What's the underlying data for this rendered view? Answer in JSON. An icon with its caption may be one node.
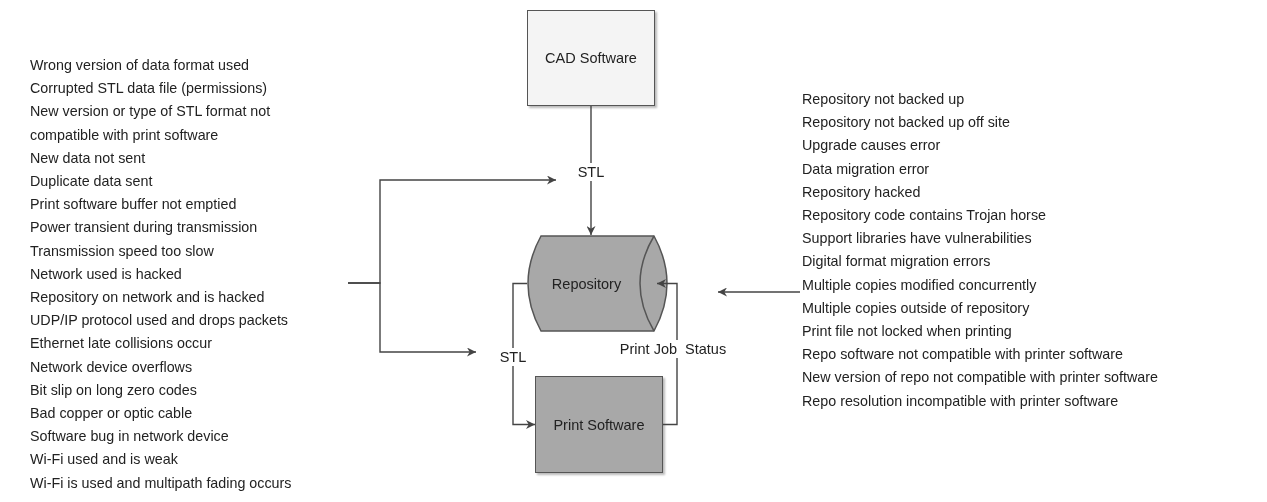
{
  "diagram": {
    "nodes": [
      {
        "text": [
          "CAD Software"
        ]
      },
      {
        "text": [
          "Repository"
        ]
      },
      {
        "text": [
          "Print Software"
        ]
      },
      {
        "text": [
          "Wrong version of data format used",
          "Corrupted STL data file (permissions)",
          "New version or type of STL format not compatible with print software",
          "New data not sent",
          "Duplicate data sent",
          "Print software buffer not emptied",
          "Power transient during transmission",
          "Transmission speed too slow",
          "Network used is hacked",
          "Repository on network and is hacked",
          "UDP/IP protocol used and drops packets",
          "Ethernet late collisions occur",
          "Network device overflows",
          "Bit slip on long zero codes",
          "Bad copper or optic cable",
          "Software bug in network device",
          "Wi-Fi used and is weak",
          "Wi-Fi is used and multipath fading occurs"
        ]
      },
      {
        "text": [
          "Repository not  backed up",
          "Repository not backed up off site",
          "Upgrade causes error",
          "Data migration error",
          "Repository hacked",
          "Repository code contains Trojan horse",
          "Support libraries have vulnerabilities",
          "Digital format migration errors",
          "Multiple copies modified concurrently",
          "Multiple copies outside of repository",
          "Print file not locked when printing",
          "Repo software not compatible with printer software",
          "New version of repo not compatible with printer software",
          "Repo resolution incompatible with printer software"
        ]
      }
    ],
    "edges": [
      {
        "from": 0,
        "to": 1,
        "arrow": "to",
        "label": "STL"
      },
      {
        "from": 1,
        "to": 2,
        "arrow": "to",
        "label": "STL"
      },
      {
        "from": 2,
        "to": 1,
        "arrow": "to",
        "label": "Print Job  Status"
      },
      {
        "from": 3,
        "to": null,
        "arrow": "to"
      },
      {
        "from": 3,
        "to": null,
        "arrow": "to"
      },
      {
        "from": 4,
        "to": 1,
        "arrow": "to"
      }
    ]
  }
}
